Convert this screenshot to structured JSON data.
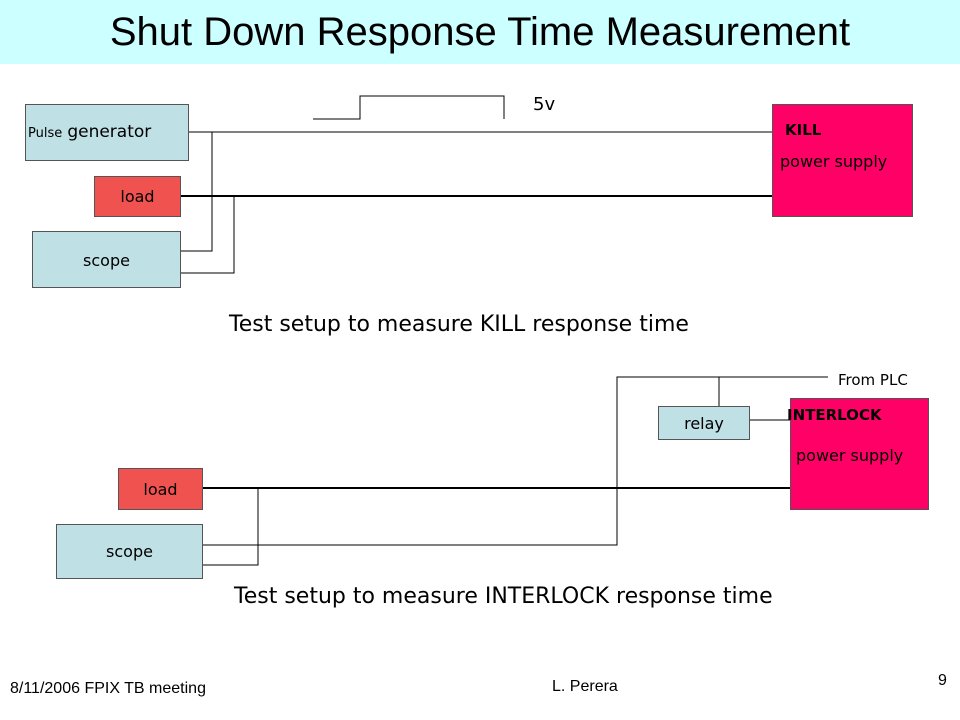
{
  "slide": {
    "title": "Shut Down Response Time  Measurement"
  },
  "kill_setup": {
    "pulse_generator_small": "Pulse",
    "pulse_generator_big": "generator",
    "load": "load",
    "scope": "scope",
    "signal_label": "5v",
    "ps_title": "KILL",
    "ps_label": "power supply",
    "caption": "Test setup to measure KILL response time"
  },
  "interlock_setup": {
    "load": "load",
    "scope": "scope",
    "relay": "relay",
    "from_plc": "From PLC",
    "ps_title": "INTERLOCK",
    "ps_label": "power supply",
    "caption": "Test setup to measure INTERLOCK response time"
  },
  "footer": {
    "date_meeting": "8/11/2006  FPIX TB meeting",
    "author": "L. Perera",
    "page_number": "9"
  },
  "colors": {
    "title_bg": "#ccffff",
    "teal_box": "#bfe0e4",
    "load_box": "#f0524f",
    "power_supply": "#ff0066"
  }
}
